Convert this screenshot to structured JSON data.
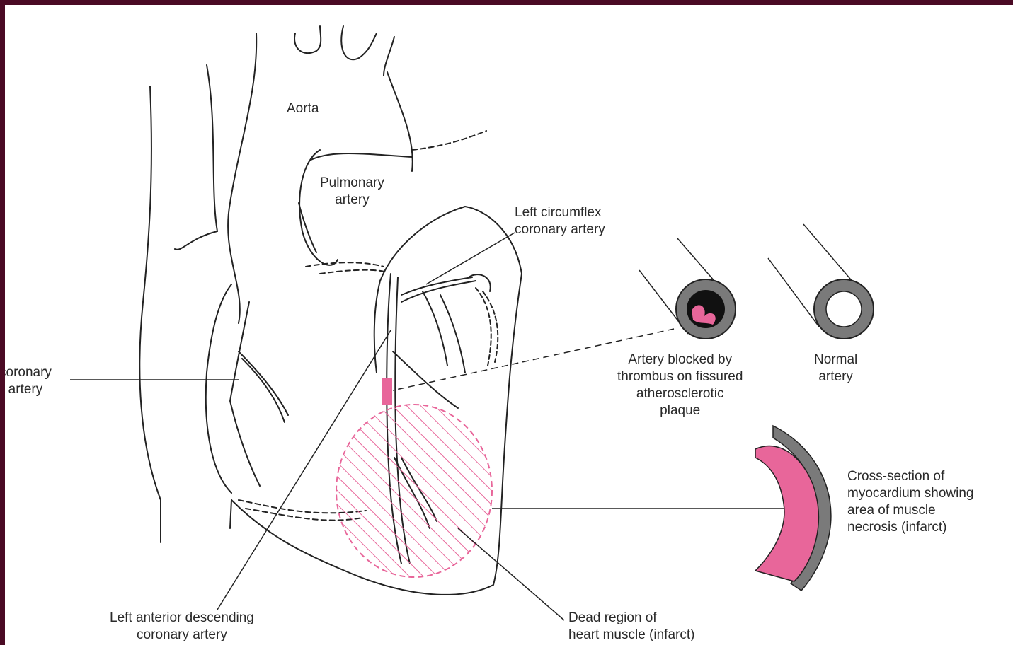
{
  "labels": {
    "aorta": "Aorta",
    "pulmonary_artery": "Pulmonary\nartery",
    "left_circumflex": "Left circumflex\ncoronary artery",
    "right_coronary": "coronary\nartery",
    "blocked_artery": "Artery blocked by\nthrombus on fissured\natherosclerotic\nplaque",
    "normal_artery": "Normal\nartery",
    "cross_section": "Cross-section of\nmyocardium showing\narea of muscle\nnecrosis (infarct)",
    "lad": "Left anterior descending\ncoronary artery",
    "dead_region": "Dead region of\nheart muscle (infarct)"
  },
  "colors": {
    "frame": "#4a0a24",
    "infarct_pink": "#e8669a",
    "vessel_wall_gray": "#7a7a7a",
    "line": "#222222"
  }
}
